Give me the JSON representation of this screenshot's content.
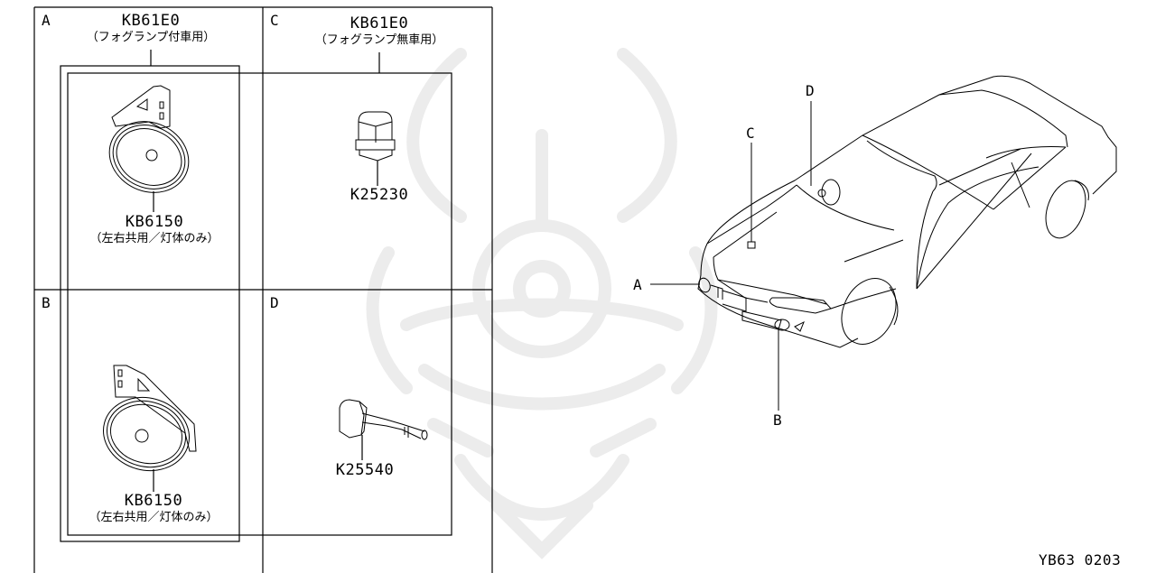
{
  "diagram": {
    "footer_code": "YB63 0203",
    "panels": [
      {
        "id": "A",
        "letter": "A",
        "group_part": "KB61E0",
        "group_note": "（フォグランプ付車用）",
        "part_number": "KB6150",
        "part_note": "（左右共用／灯体のみ）",
        "component": "horn-with-bracket"
      },
      {
        "id": "B",
        "letter": "B",
        "part_number": "KB6150",
        "part_note": "（左右共用／灯体のみ）",
        "component": "horn-with-bracket"
      },
      {
        "id": "C",
        "letter": "C",
        "group_part": "KB61E0",
        "group_note": "（フォグランプ無車用）",
        "part_number": "K25230",
        "component": "relay"
      },
      {
        "id": "D",
        "letter": "D",
        "part_number": "K25540",
        "component": "combination-switch"
      }
    ],
    "vehicle_callouts": [
      {
        "letter": "A",
        "target": "front-left-horn"
      },
      {
        "letter": "B",
        "target": "front-right-horn"
      },
      {
        "letter": "C",
        "target": "relay-in-engine-bay"
      },
      {
        "letter": "D",
        "target": "steering-column-switch"
      }
    ]
  },
  "colors": {
    "line": "#000000",
    "background": "#ffffff",
    "watermark": "#ececec"
  }
}
